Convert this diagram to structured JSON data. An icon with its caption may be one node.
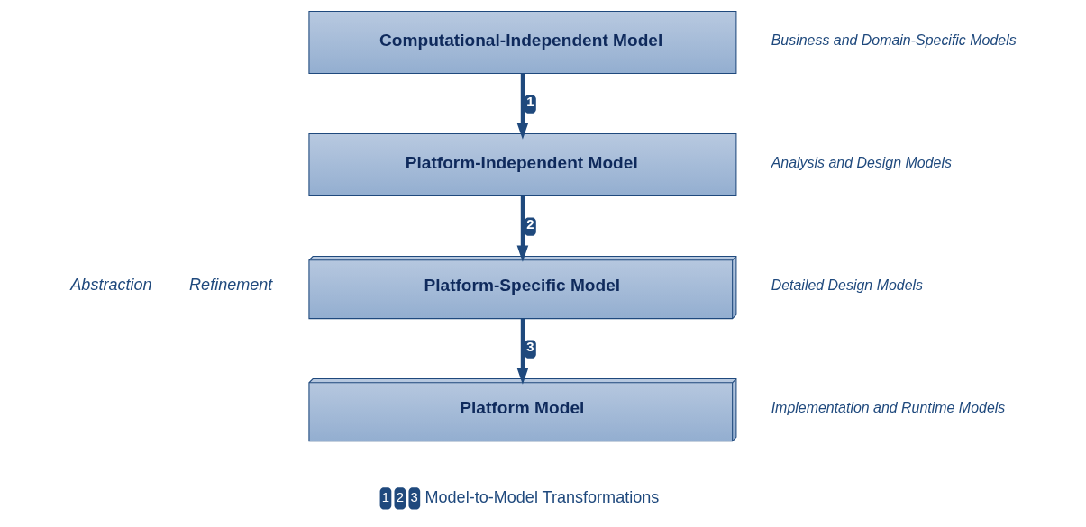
{
  "diagram": {
    "nodes": [
      {
        "text": [
          "Computational-Independent Model"
        ],
        "beside": [
          "Business and Domain-Specific Models"
        ]
      },
      {
        "text": [
          "Platform-Independent Model"
        ],
        "beside": [
          "Analysis and Design Models"
        ]
      },
      {
        "text": [
          "Platform-Specific Model"
        ],
        "beside": [
          "Detailed Design Models"
        ]
      },
      {
        "text": [
          "Platform Model"
        ],
        "beside": [
          "Implementation and Runtime Models"
        ]
      }
    ],
    "edges": [
      {
        "from": 0,
        "to": 1,
        "arrow": "to",
        "label": "1"
      },
      {
        "from": 1,
        "to": 2,
        "arrow": "to",
        "label": "2"
      },
      {
        "from": 2,
        "to": 3,
        "arrow": "to",
        "label": "3"
      }
    ],
    "labels": [
      "Abstraction",
      "Refinement",
      "1",
      "2",
      "3",
      "Model-to-Model Transformations"
    ]
  }
}
